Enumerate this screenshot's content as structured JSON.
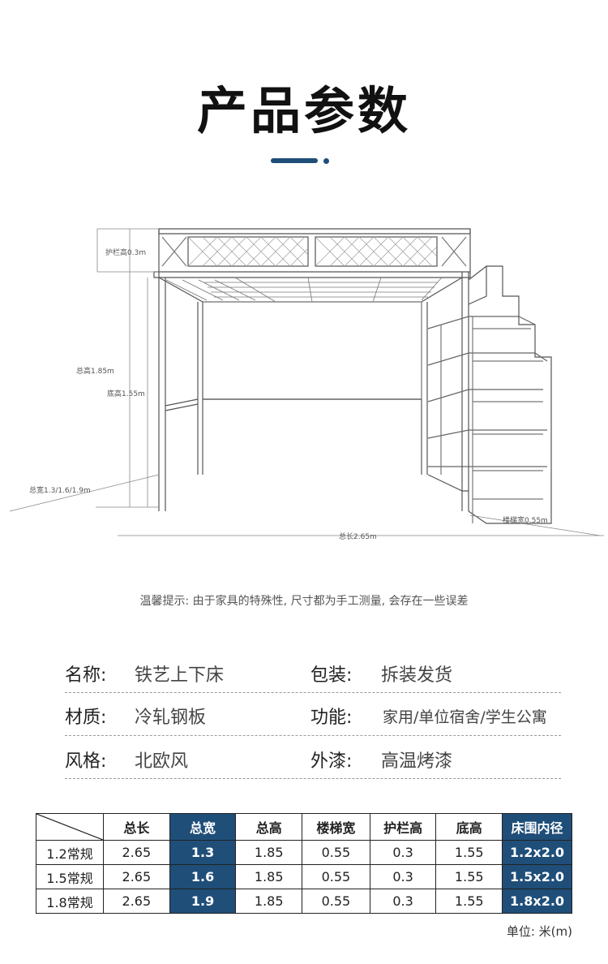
{
  "page": {
    "title": "产品参数"
  },
  "colors": {
    "accent": "#1f4e79",
    "line": "#555555"
  },
  "drawing": {
    "rail_height": "护栏高0.3m",
    "total_height": "总高1.85m",
    "bottom_height": "底高1.55m",
    "total_width": "总宽1.3/1.6/1.9m",
    "total_length": "总长2.65m",
    "stair_width": "楼梯宽0.55m"
  },
  "tip": "温馨提示: 由于家具的特殊性, 尺寸都为手工测量, 会存在一些误差",
  "specs": [
    {
      "label": "名称:",
      "value": "铁艺上下床",
      "label2": "包装:",
      "value2": "拆装发货"
    },
    {
      "label": "材质:",
      "value": "冷轧钢板",
      "label2": "功能:",
      "value2": "家用/单位宿舍/学生公寓"
    },
    {
      "label": "风格:",
      "value": "北欧风",
      "label2": "外漆:",
      "value2": "高温烤漆"
    }
  ],
  "table": {
    "headers": [
      "",
      "总长",
      "总宽",
      "总高",
      "楼梯宽",
      "护栏高",
      "底高",
      "床围内径"
    ],
    "rows": [
      [
        "1.2常规",
        "2.65",
        "1.3",
        "1.85",
        "0.55",
        "0.3",
        "1.55",
        "1.2x2.0"
      ],
      [
        "1.5常规",
        "2.65",
        "1.6",
        "1.85",
        "0.55",
        "0.3",
        "1.55",
        "1.5x2.0"
      ],
      [
        "1.8常规",
        "2.65",
        "1.9",
        "1.85",
        "0.55",
        "0.3",
        "1.55",
        "1.8x2.0"
      ]
    ]
  },
  "unit": "单位: 米(m)"
}
